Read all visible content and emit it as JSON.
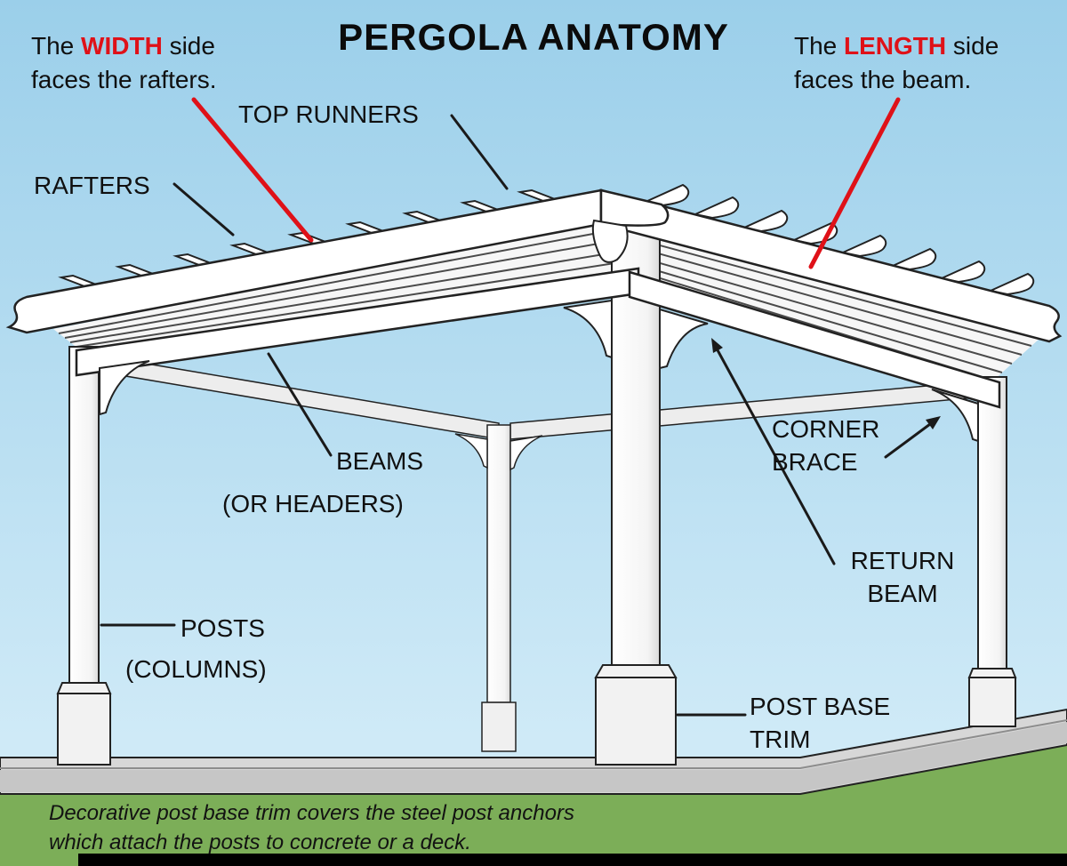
{
  "title": "PERGOLA ANATOMY",
  "notes": {
    "width": {
      "pre": "The ",
      "term": "WIDTH",
      "post": " side",
      "line2": "faces the rafters."
    },
    "length": {
      "pre": "The ",
      "term": "LENGTH",
      "post": " side",
      "line2": "faces the beam."
    }
  },
  "labels": {
    "top_runners": "TOP RUNNERS",
    "rafters": "RAFTERS",
    "beams_line1": "BEAMS",
    "beams_line2": "(OR HEADERS)",
    "posts_line1": "POSTS",
    "posts_line2": "(COLUMNS)",
    "corner_brace_line1": "CORNER",
    "corner_brace_line2": "BRACE",
    "return_beam_line1": "RETURN",
    "return_beam_line2": "BEAM",
    "post_base_trim_line1": "POST BASE",
    "post_base_trim_line2": "TRIM"
  },
  "caption": {
    "line1": "Decorative post base trim covers the steel post anchors",
    "line2": "which attach the posts to concrete or a deck."
  },
  "colors": {
    "highlight_red": "#df1118",
    "sky_top": "#9bcfea",
    "sky_bottom": "#cfeaf7",
    "grass_green": "#7cae58",
    "concrete_gray": "#d7d7d7",
    "structure_white": "#ffffff",
    "outline_black": "#1a1a1a"
  }
}
